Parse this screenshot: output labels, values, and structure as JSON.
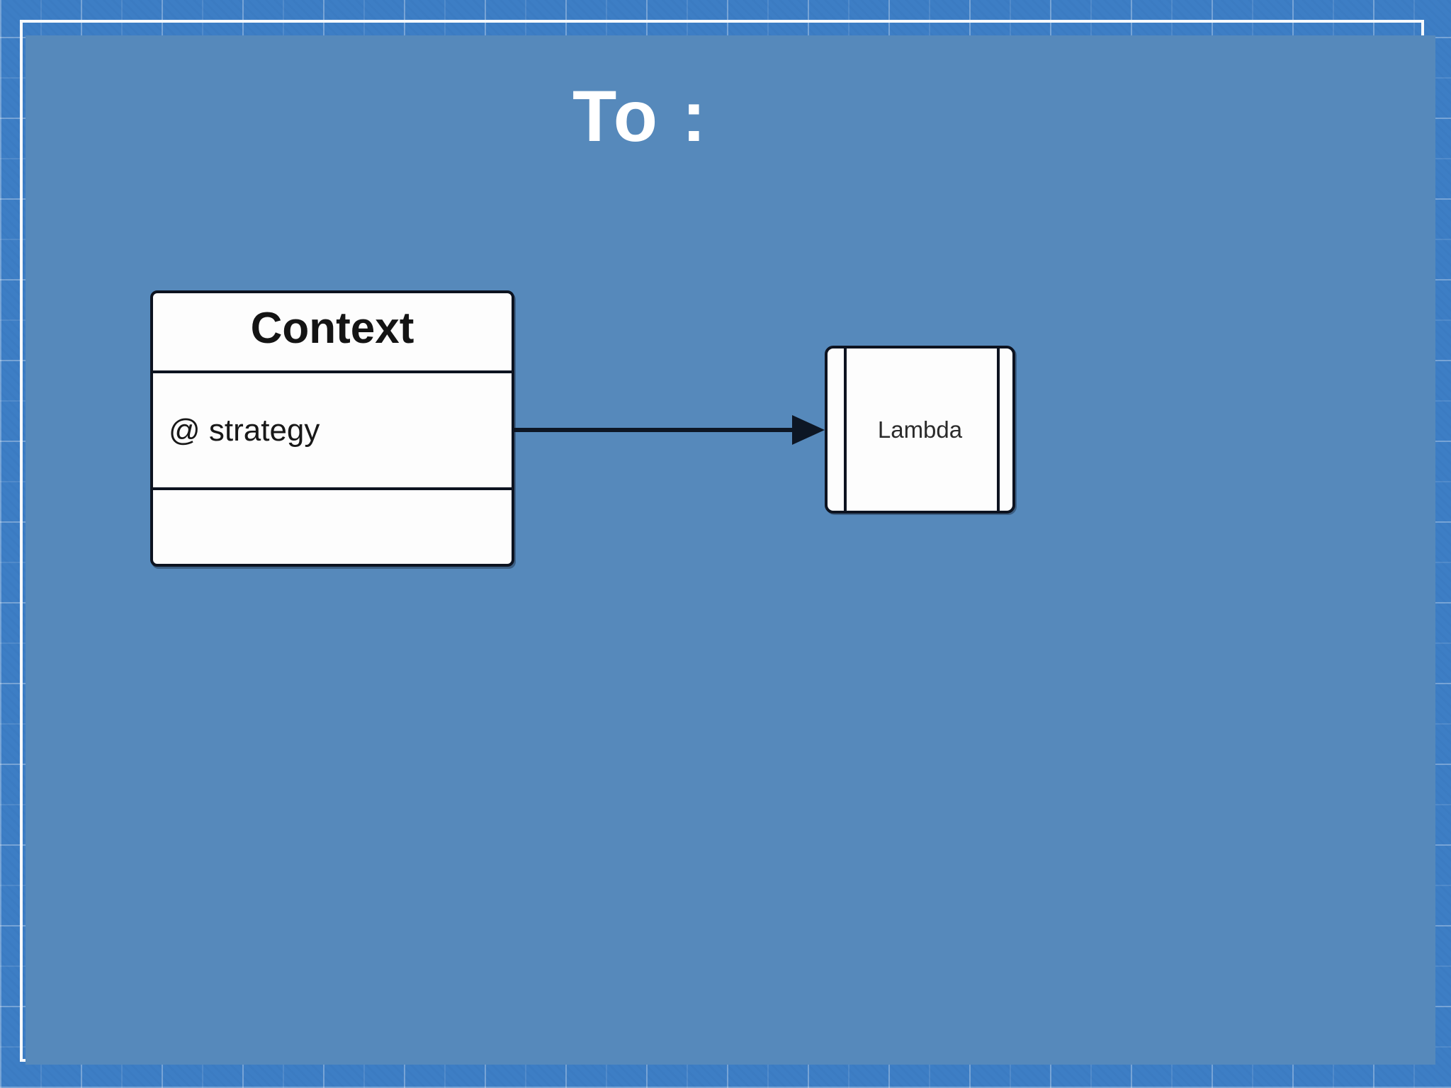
{
  "slide": {
    "title": "To :",
    "colors": {
      "blueprint_background": "#3d7ec5",
      "grid_line": "#6ea6dd",
      "frame_line": "#f6f9fc",
      "panel_background": "#5689bb",
      "title_text": "#ffffff",
      "box_fill": "#fdfdfd",
      "box_border": "#0d1320",
      "box_text": "#141414",
      "arrow": "#0d1624"
    }
  },
  "diagram": {
    "context": {
      "name": "Context",
      "attributes": [
        "@ strategy"
      ],
      "methods": []
    },
    "lambda": {
      "label": "Lambda"
    },
    "arrow": {
      "from": "Context",
      "to": "Lambda",
      "style": "solid-filled-arrowhead"
    }
  }
}
